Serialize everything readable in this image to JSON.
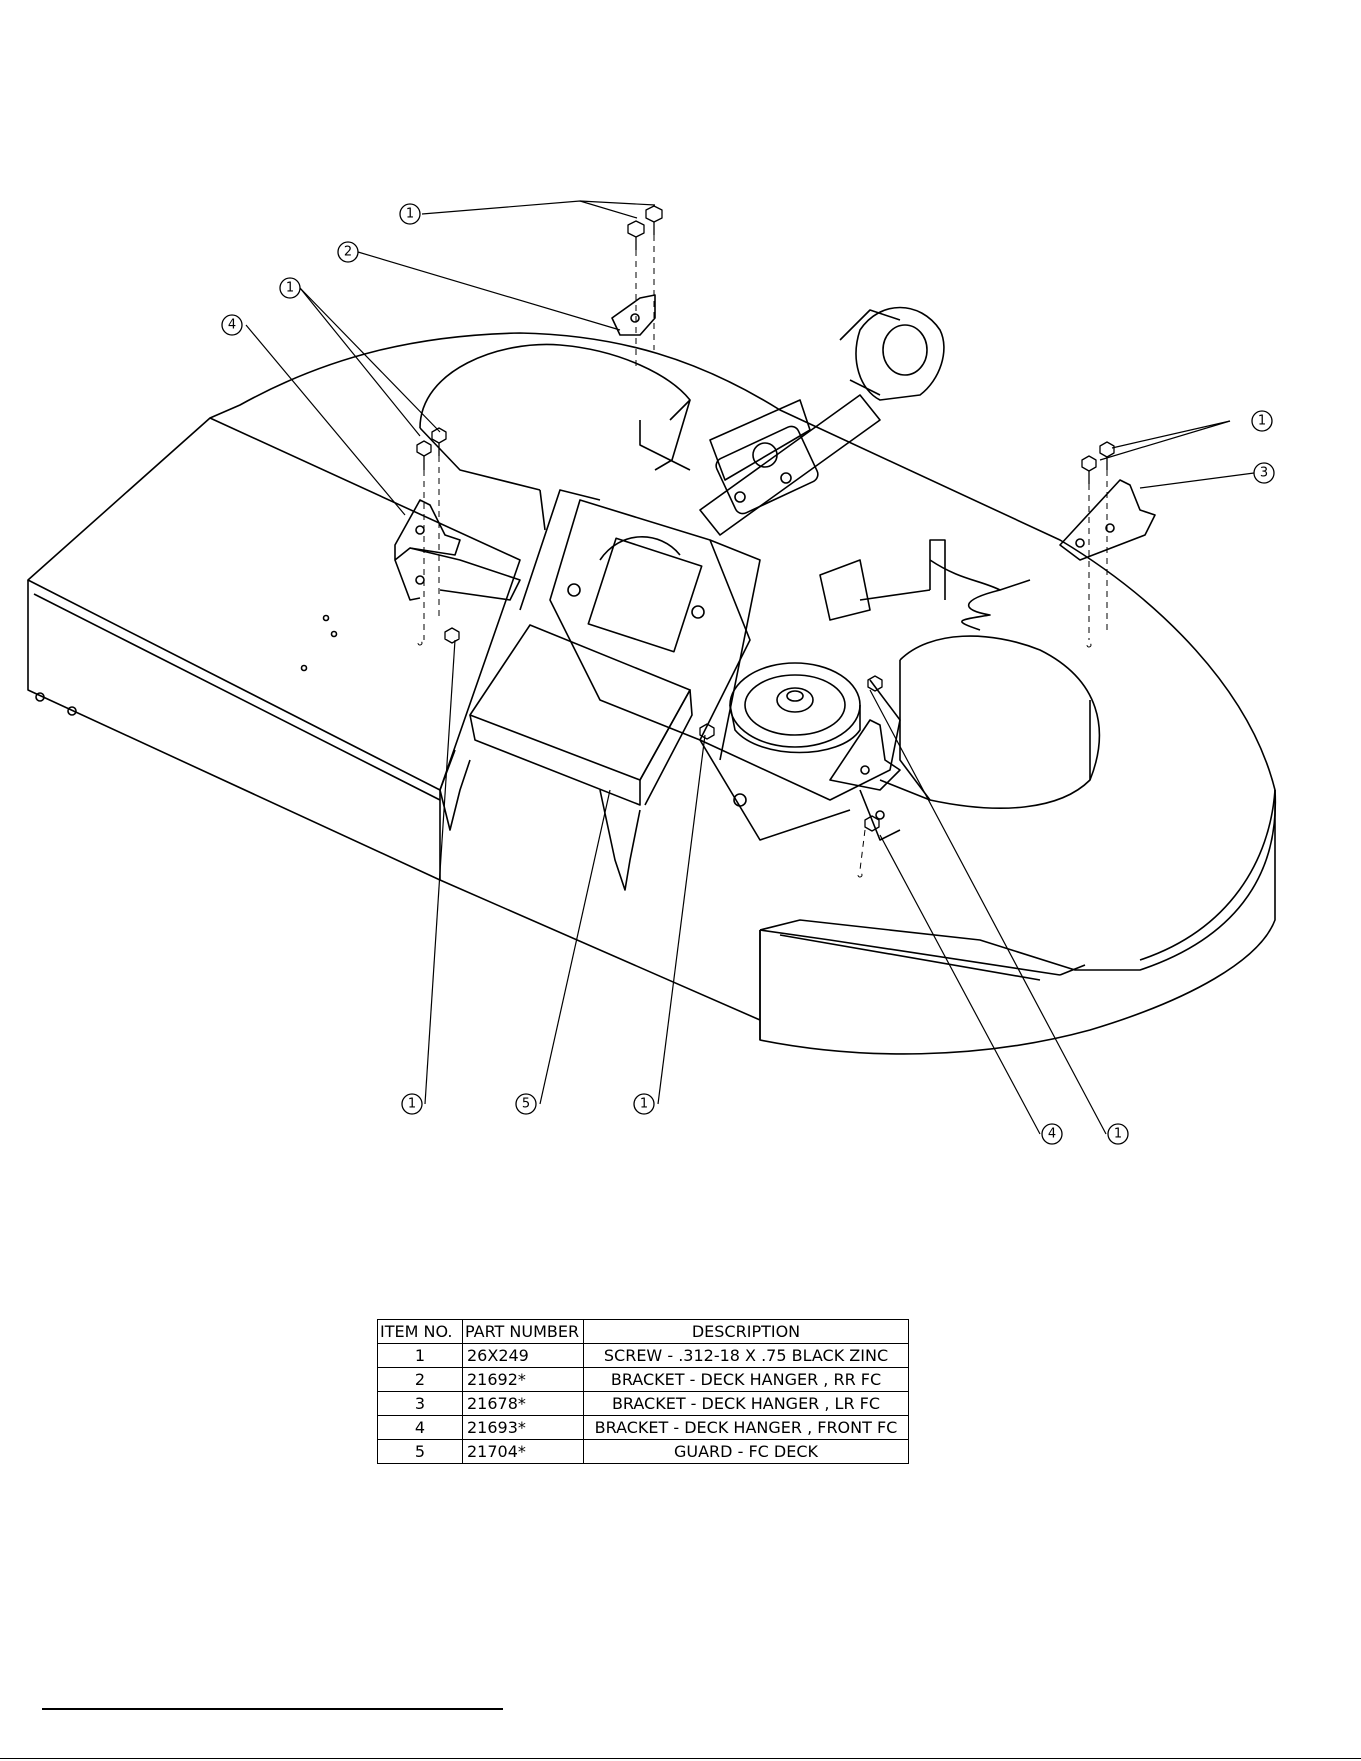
{
  "callouts": [
    {
      "id": "c1",
      "label": "1"
    },
    {
      "id": "c2",
      "label": "2"
    },
    {
      "id": "c3",
      "label": "1"
    },
    {
      "id": "c4",
      "label": "4"
    },
    {
      "id": "c5",
      "label": "1"
    },
    {
      "id": "c6",
      "label": "3"
    },
    {
      "id": "c7",
      "label": "1"
    },
    {
      "id": "c8",
      "label": "5"
    },
    {
      "id": "c9",
      "label": "1"
    },
    {
      "id": "c10",
      "label": "4"
    },
    {
      "id": "c11",
      "label": "1"
    }
  ],
  "parts_table": {
    "headers": [
      "ITEM NO.",
      "PART NUMBER",
      "DESCRIPTION"
    ],
    "rows": [
      [
        "1",
        "26X249",
        "SCREW - .312-18 X .75 BLACK ZINC"
      ],
      [
        "2",
        "21692*",
        "BRACKET - DECK HANGER , RR FC"
      ],
      [
        "3",
        "21678*",
        "BRACKET - DECK HANGER , LR FC"
      ],
      [
        "4",
        "21693*",
        "BRACKET - DECK HANGER , FRONT FC"
      ],
      [
        "5",
        "21704*",
        "GUARD - FC DECK"
      ]
    ]
  }
}
